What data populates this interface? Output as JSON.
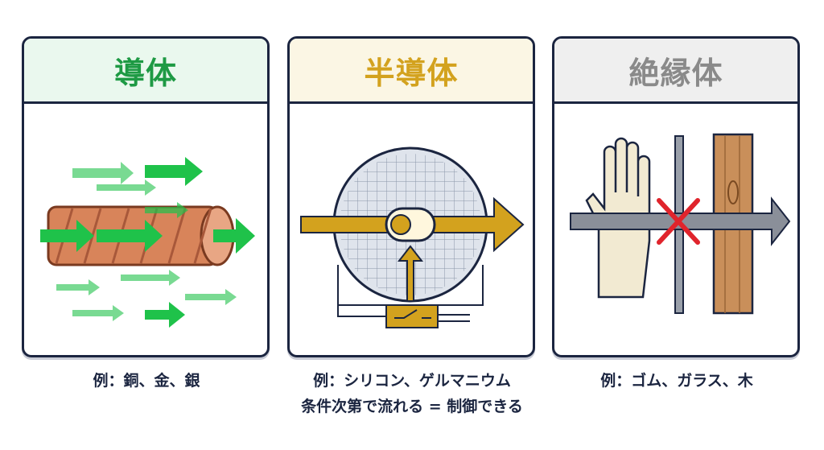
{
  "panels": [
    {
      "title": "導体",
      "title_color": "#1e9a44",
      "header_bg": "#eaf8ee",
      "caption": "例：銅、金、銀"
    },
    {
      "title": "半導体",
      "title_color": "#d3a21e",
      "header_bg": "#fbf6e4",
      "caption": "例：シリコン、ゲルマニウム",
      "caption2": "条件次第で流れる = 制御できる"
    },
    {
      "title": "絶縁体",
      "title_color": "#8a8a8a",
      "header_bg": "#efefef",
      "caption": "例：ゴム、ガラス、木"
    }
  ]
}
